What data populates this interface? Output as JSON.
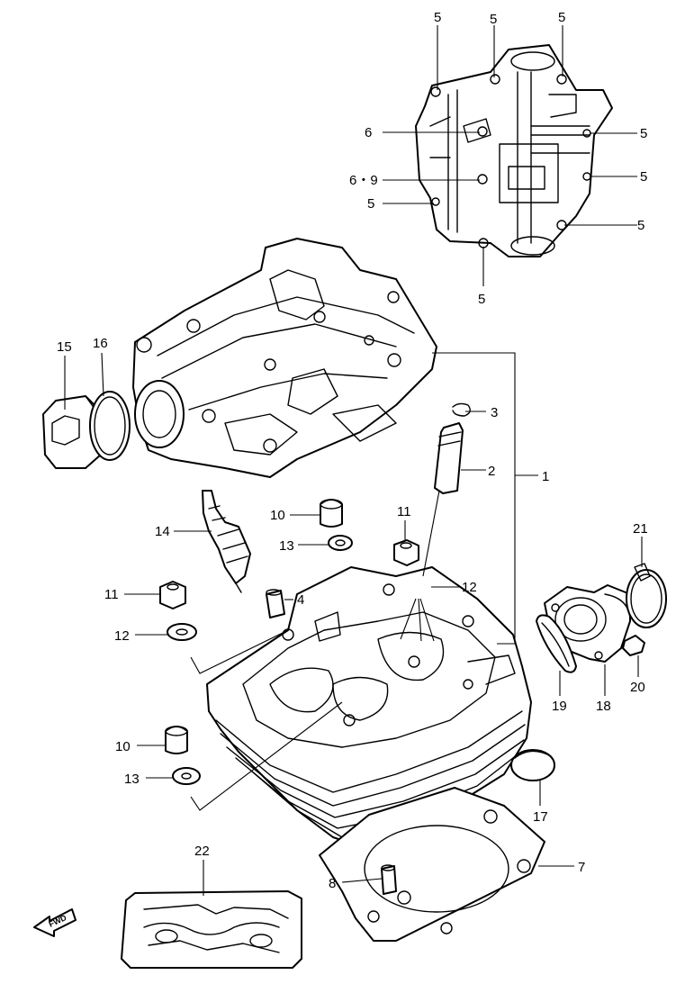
{
  "diagram": {
    "callouts": [
      {
        "id": "c5-top-a",
        "text": "5"
      },
      {
        "id": "c5-top-b",
        "text": "5"
      },
      {
        "id": "c5-top-c",
        "text": "5"
      },
      {
        "id": "c6",
        "text": "6"
      },
      {
        "id": "c5-right-a",
        "text": "5"
      },
      {
        "id": "c69",
        "text": "6・9"
      },
      {
        "id": "c5-right-b",
        "text": "5"
      },
      {
        "id": "c5-left",
        "text": "5"
      },
      {
        "id": "c5-right-c",
        "text": "5"
      },
      {
        "id": "c5-bottom",
        "text": "5"
      },
      {
        "id": "c15",
        "text": "15"
      },
      {
        "id": "c16",
        "text": "16"
      },
      {
        "id": "c3",
        "text": "3"
      },
      {
        "id": "c2",
        "text": "2"
      },
      {
        "id": "c1",
        "text": "1"
      },
      {
        "id": "c10-a",
        "text": "10"
      },
      {
        "id": "c11-right",
        "text": "11"
      },
      {
        "id": "c14",
        "text": "14"
      },
      {
        "id": "c13-a",
        "text": "13"
      },
      {
        "id": "c21",
        "text": "21"
      },
      {
        "id": "c11-left",
        "text": "11"
      },
      {
        "id": "c4",
        "text": "4"
      },
      {
        "id": "c12-right",
        "text": "12"
      },
      {
        "id": "c12-left",
        "text": "12"
      },
      {
        "id": "c20",
        "text": "20"
      },
      {
        "id": "c19",
        "text": "19"
      },
      {
        "id": "c18",
        "text": "18"
      },
      {
        "id": "c10-b",
        "text": "10"
      },
      {
        "id": "c13-b",
        "text": "13"
      },
      {
        "id": "c17",
        "text": "17"
      },
      {
        "id": "c22",
        "text": "22"
      },
      {
        "id": "c7",
        "text": "7"
      },
      {
        "id": "c8",
        "text": "8"
      }
    ],
    "fwd_label": "FWD"
  }
}
